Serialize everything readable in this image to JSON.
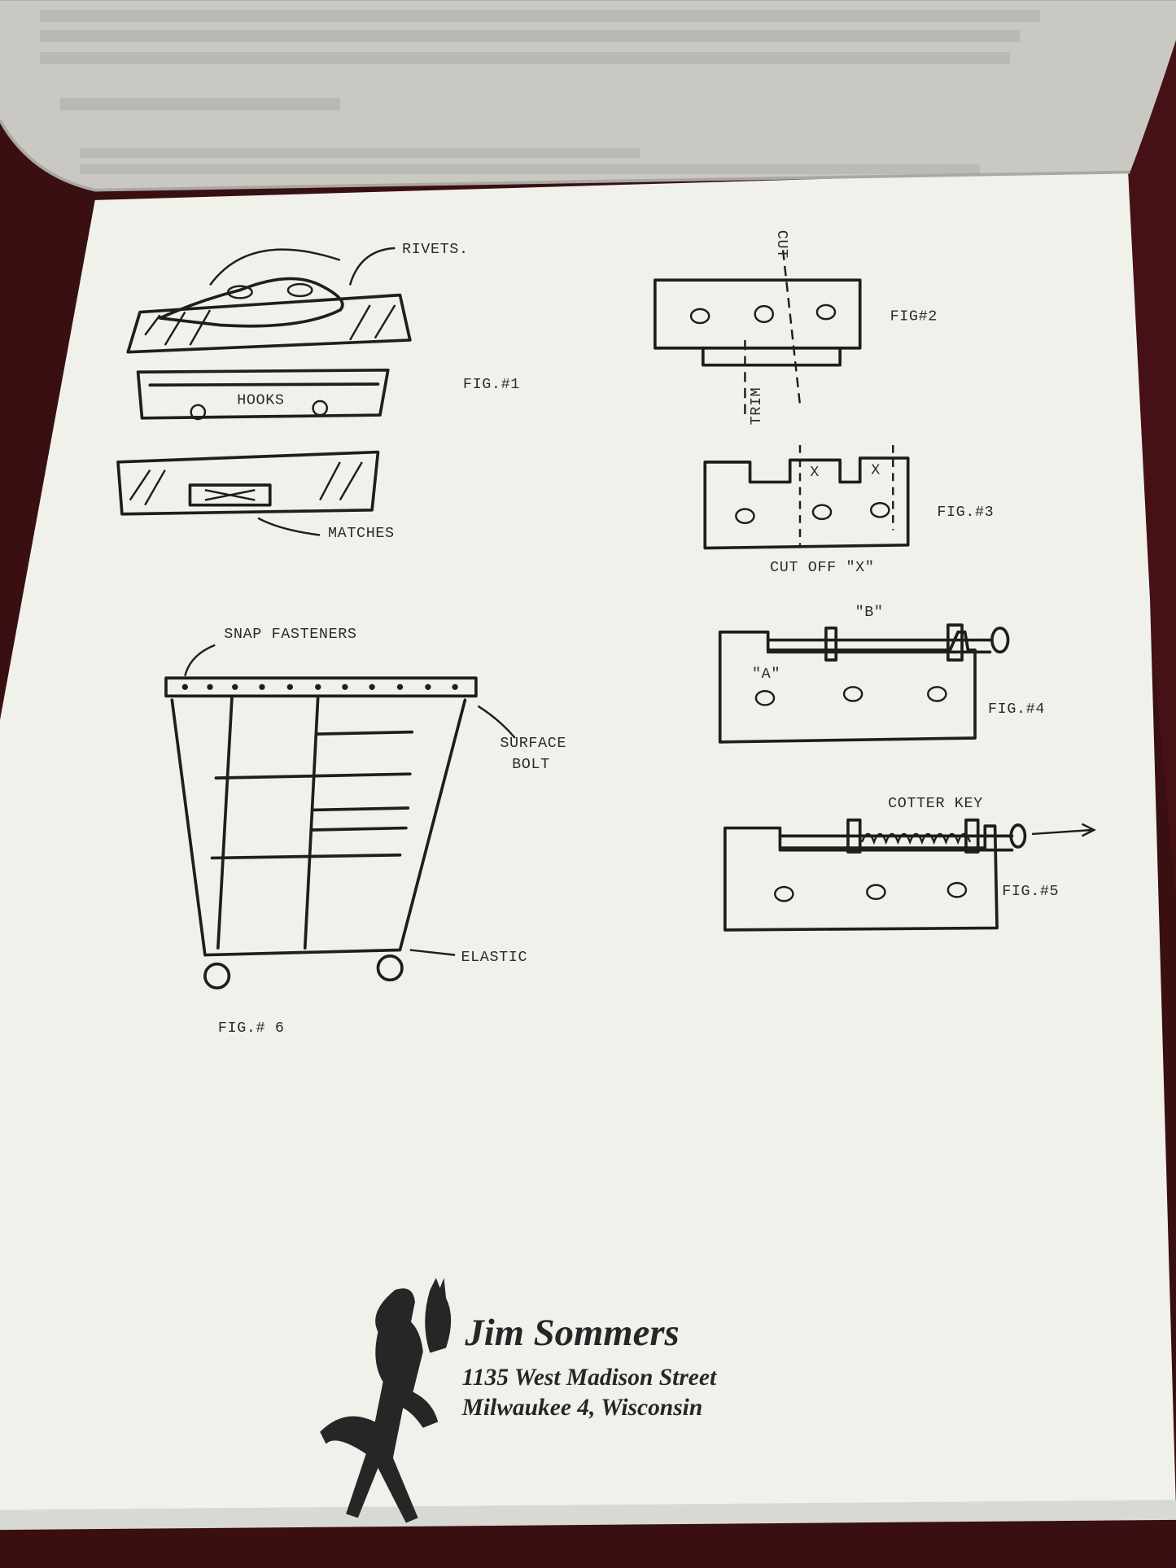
{
  "figures": {
    "fig1": {
      "label": "FIG.#1",
      "rivets": "RIVETS.",
      "hooks": "HOOKS",
      "matches": "MATCHES"
    },
    "fig2": {
      "label": "FIG#2",
      "cut": "CUT",
      "trim": "TRIM"
    },
    "fig3": {
      "label": "FIG.#3",
      "caption": "CUT OFF \"X\"",
      "mark": "X"
    },
    "fig4": {
      "label": "FIG.#4",
      "a": "\"A\"",
      "b": "\"B\""
    },
    "fig5": {
      "label": "FIG.#5",
      "cotter_key": "COTTER KEY"
    },
    "fig6": {
      "label": "FIG.# 6",
      "snap_fasteners": "SNAP FASTENERS",
      "surface": "SURFACE",
      "bolt": "BOLT",
      "elastic": "ELASTIC"
    }
  },
  "letterhead": {
    "name": "Jim Sommers",
    "address_line1": "1135 West Madison Street",
    "address_line2": "Milwaukee 4, Wisconsin"
  },
  "colors": {
    "paper": "#f1f1ec",
    "ink": "#1e1e1e",
    "background": "#3a0f12"
  }
}
